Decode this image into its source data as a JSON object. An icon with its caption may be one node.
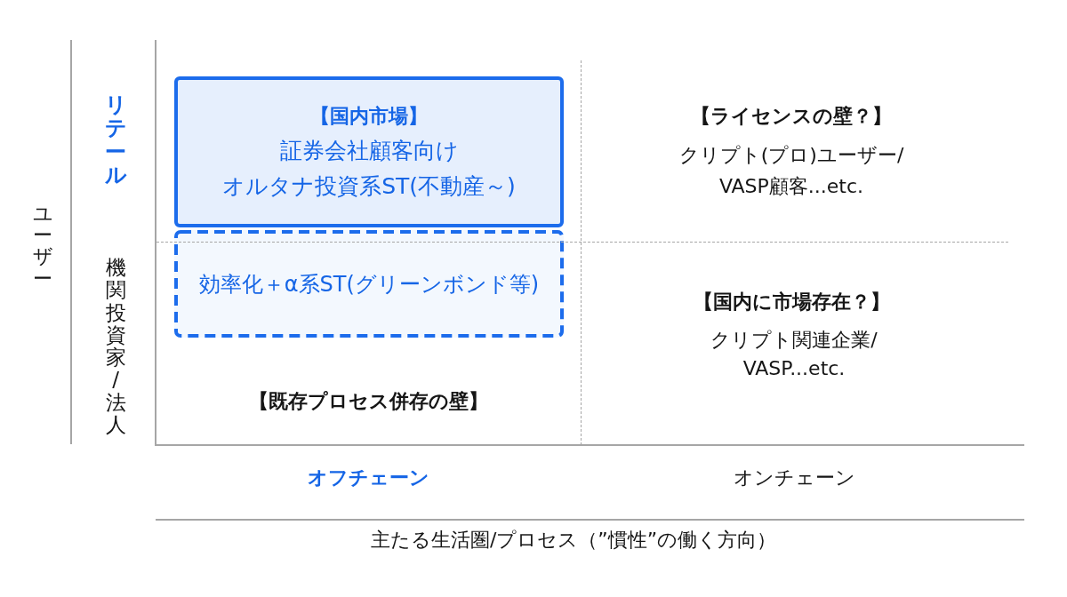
{
  "diagram": {
    "nodes": [
      {
        "text": [
          "【国内市場】",
          "証券会社顧客向けオルタナ投資系ST(不動産～)"
        ]
      },
      {
        "text": [
          "効率化＋α系ST(グリーンボンド等)"
        ]
      }
    ],
    "labels": [
      "ユーザー",
      "リテール",
      "機関投資家/法人",
      "【ライセンスの壁？】",
      "クリプト(プロ)ユーザー/VASP顧客...etc.",
      "【国内に市場存在？】",
      "クリプト関連企業/VASP...etc.",
      "【既存プロセス併存の壁】",
      "オフチェーン",
      "オンチェーン",
      "主たる生活圏/プロセス（”慣性”の働く方向）"
    ]
  }
}
